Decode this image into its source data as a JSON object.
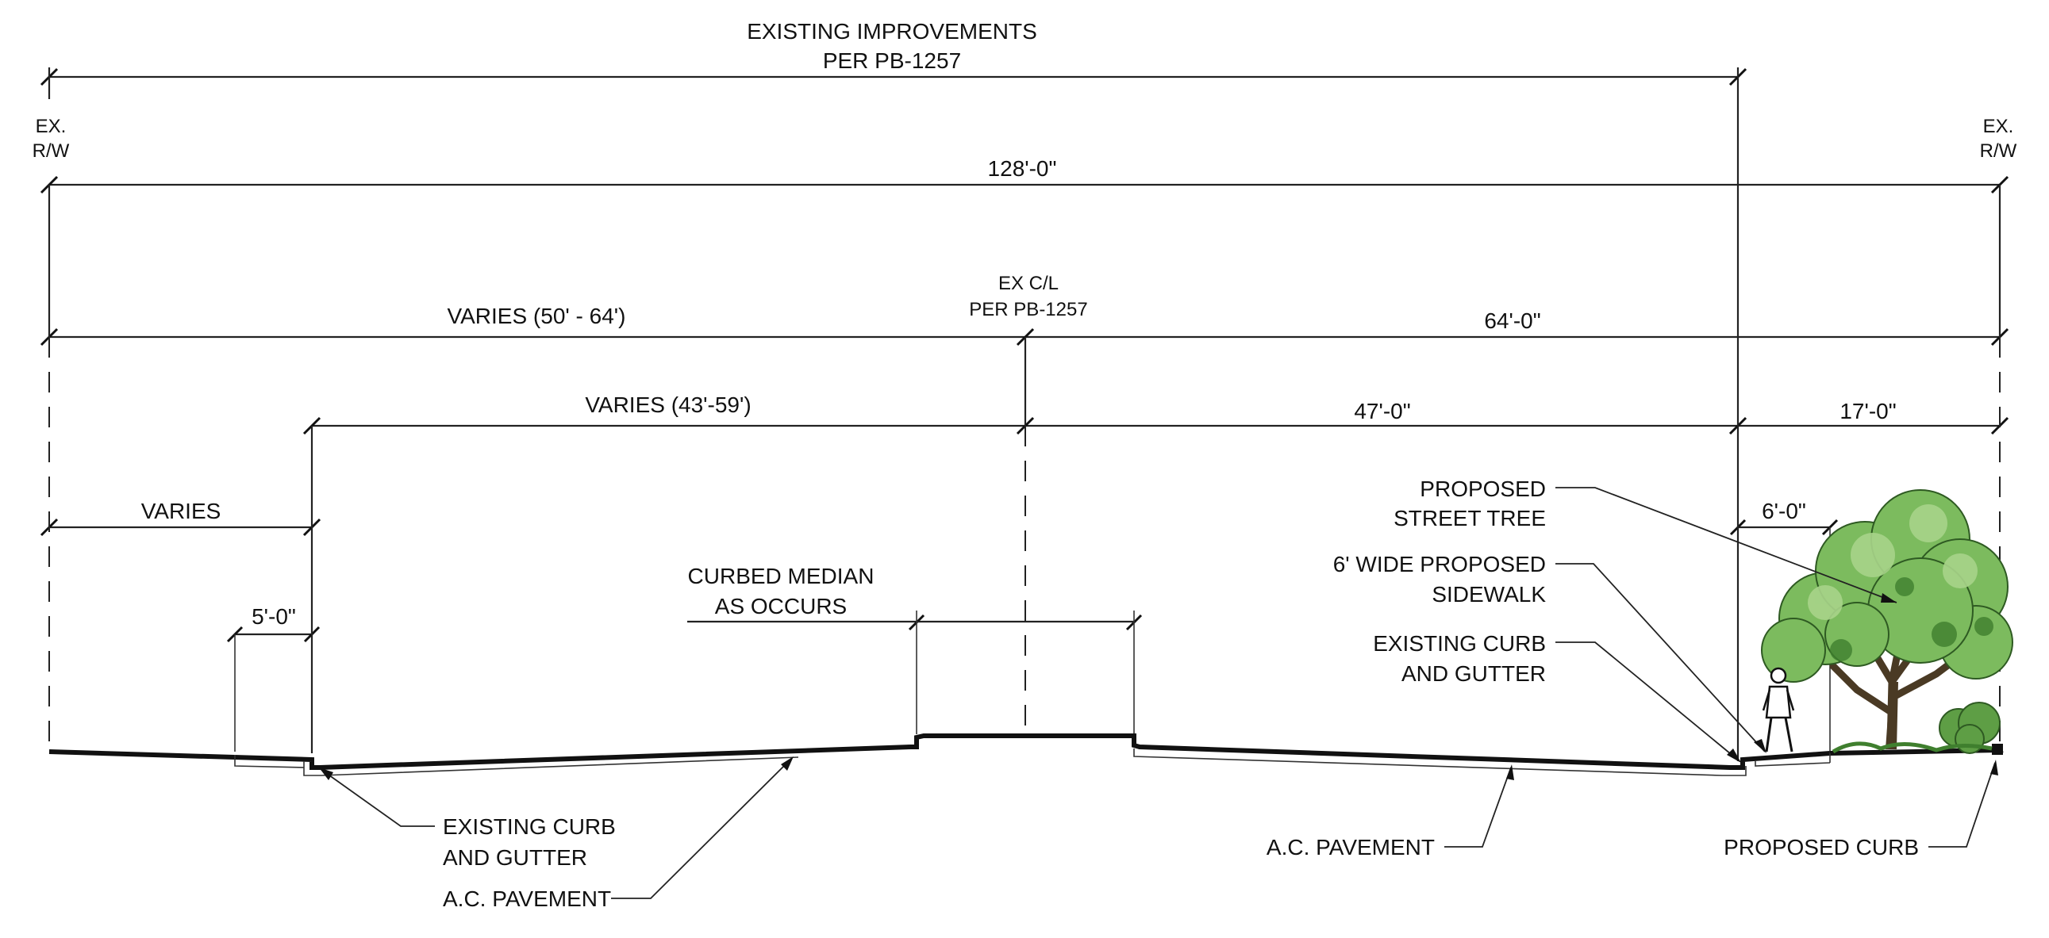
{
  "labels": {
    "existing_improvements_line1": "EXISTING IMPROVEMENTS",
    "existing_improvements_line2": "PER PB-1257",
    "ex_rw_left_line1": "EX.",
    "ex_rw_left_line2": "R/W",
    "ex_rw_right_line1": "EX.",
    "ex_rw_right_line2": "R/W",
    "overall_width": "128'-0\"",
    "left_half_width": "VARIES (50' - 64')",
    "right_half_width": "64'-0\"",
    "centerline_line1": "EX C/L",
    "centerline_line2": "PER PB-1257",
    "left_roadway_width": "VARIES (43'-59')",
    "right_roadway_width": "47'-0\"",
    "right_parkway_width": "17'-0\"",
    "left_parkway_width": "VARIES",
    "right_sidewalk_width": "6'-0\"",
    "left_sidewalk_width": "5'-0\"",
    "median_line1": "CURBED MEDIAN",
    "median_line2": "AS OCCURS",
    "proposed_tree_line1": "PROPOSED",
    "proposed_tree_line2": "STREET TREE",
    "proposed_sidewalk_line1": "6' WIDE PROPOSED",
    "proposed_sidewalk_line2": "SIDEWALK",
    "existing_curb_right_line1": "EXISTING CURB",
    "existing_curb_right_line2": "AND GUTTER",
    "existing_curb_left_line1": "EXISTING CURB",
    "existing_curb_left_line2": "AND GUTTER",
    "ac_pavement_left": "A.C. PAVEMENT",
    "ac_pavement_right": "A.C. PAVEMENT",
    "proposed_curb": "PROPOSED CURB"
  },
  "colors": {
    "line": "#111111",
    "tree_foliage_light": "#a8d48a",
    "tree_foliage_mid": "#7cbb5e",
    "tree_foliage_dark": "#3f7f2e",
    "tree_trunk": "#4a3a24",
    "shrub": "#5e9e45"
  }
}
